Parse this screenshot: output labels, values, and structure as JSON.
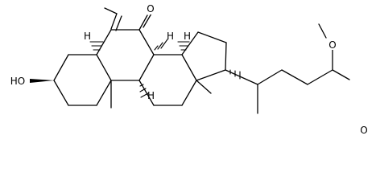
{
  "molecule": {
    "atoms": [
      {
        "id": "carbonyl_O",
        "symbol": "O",
        "label": "O"
      },
      {
        "id": "hydroxyl_O",
        "symbol": "O",
        "label": "HO"
      },
      {
        "id": "ester_O_single",
        "symbol": "O",
        "label": "O"
      },
      {
        "id": "ester_O_double",
        "symbol": "O",
        "label": "O"
      }
    ],
    "stereo_H_labels": [
      "H",
      "H",
      "H",
      "H"
    ],
    "line_color": "#000000",
    "background": "#ffffff"
  }
}
